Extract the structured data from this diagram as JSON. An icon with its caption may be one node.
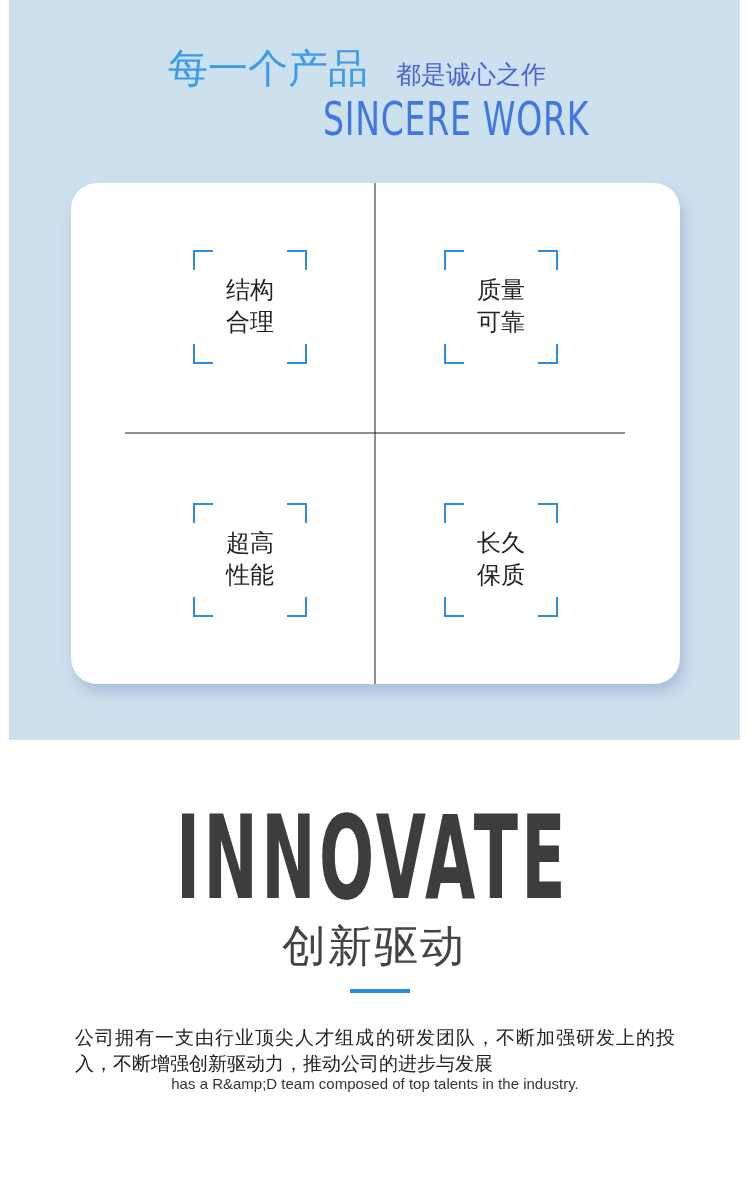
{
  "diagram": {
    "nodes": [
      {
        "text": [],
        "shape": "box"
      },
      {
        "text": [
          "结构合理"
        ],
        "in": 0
      },
      {
        "text": [
          "质量可靠"
        ],
        "in": 0
      },
      {
        "text": [
          "超高性能"
        ],
        "in": 0
      },
      {
        "text": [
          "长久保质"
        ],
        "in": 0
      }
    ],
    "edges": [],
    "labels": [
      "每一个产品",
      "都是诚心之作",
      "SINCERE WORK",
      "INNOVATE",
      "创新驱动",
      "公司拥有一支由行业顶尖人才组成的研发团队，不断加强研发上的投入，不断增强创新驱动力，推动公司的进步与发展",
      "has a R&amp;D team composed of top talents in the industry."
    ]
  }
}
